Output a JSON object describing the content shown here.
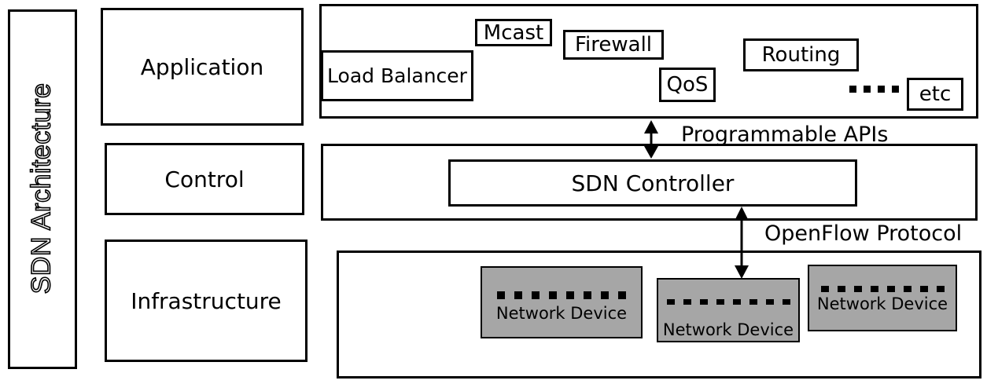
{
  "title": "SDN Architecture",
  "layers": {
    "application": "Application",
    "control": "Control",
    "infrastructure": "Infrastructure"
  },
  "applications": [
    "Mcast",
    "Firewall",
    "Routing",
    "Load Balancer",
    "QoS",
    "etc"
  ],
  "controller": "SDN Controller",
  "interfaces": {
    "northbound": "Programmable APIs",
    "southbound": "OpenFlow Protocol"
  },
  "devices": [
    "Network Device",
    "Network Device",
    "Network Device"
  ],
  "colors": {
    "device_fill": "#a6a6a6",
    "stroke": "#000000"
  }
}
